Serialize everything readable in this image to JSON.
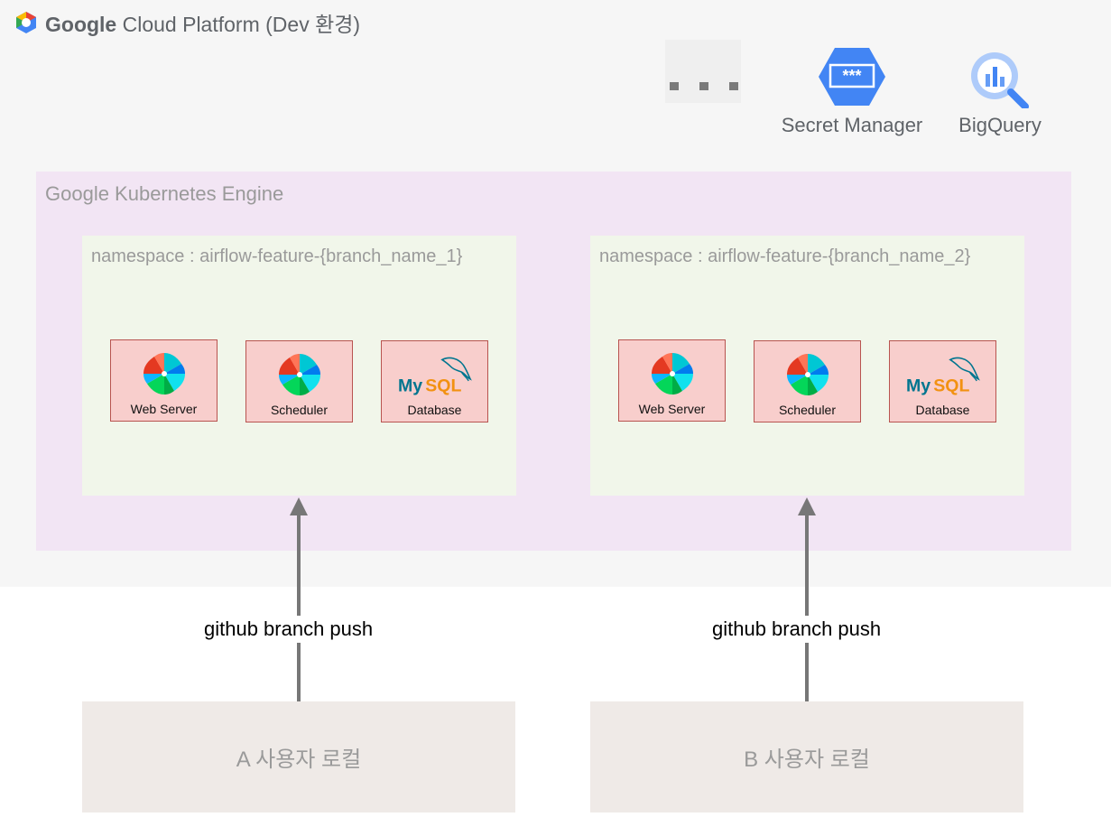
{
  "gcp": {
    "title_bold": "Google",
    "title_rest": "Cloud Platform (Dev 환경)",
    "logo_icon": "google-cloud-hexagon-icon"
  },
  "services": [
    {
      "label": "Secret Manager",
      "icon": "secret-manager-icon"
    },
    {
      "label": "BigQuery",
      "icon": "bigquery-icon"
    }
  ],
  "gke": {
    "title": "Google Kubernetes Engine",
    "namespaces": [
      {
        "title": "namespace : airflow-feature-{branch_name_1}",
        "components": [
          {
            "label": "Web Server",
            "icon": "airflow-pinwheel-icon"
          },
          {
            "label": "Scheduler",
            "icon": "airflow-pinwheel-icon"
          },
          {
            "label": "Database",
            "icon": "mysql-dolphin-icon"
          }
        ]
      },
      {
        "title": "namespace : airflow-feature-{branch_name_2}",
        "components": [
          {
            "label": "Web Server",
            "icon": "airflow-pinwheel-icon"
          },
          {
            "label": "Scheduler",
            "icon": "airflow-pinwheel-icon"
          },
          {
            "label": "Database",
            "icon": "mysql-dolphin-icon"
          }
        ]
      }
    ]
  },
  "edges": [
    {
      "label": "github branch push"
    },
    {
      "label": "github branch push"
    }
  ],
  "users": [
    {
      "label": "A 사용자 로컬"
    },
    {
      "label": "B 사용자 로컬"
    }
  ],
  "mysql_text": "MySQL",
  "colors": {
    "gcp_background": "#f6f6f6",
    "gke_background": "#f2e5f4",
    "namespace_background": "#f1f6ea",
    "component_fill": "#f8cecc",
    "component_border": "#b85450",
    "user_box": "#efeae7",
    "arrow": "#777777",
    "secret_manager_blue": "#4285f4",
    "bigquery_blue": "#669df6"
  }
}
